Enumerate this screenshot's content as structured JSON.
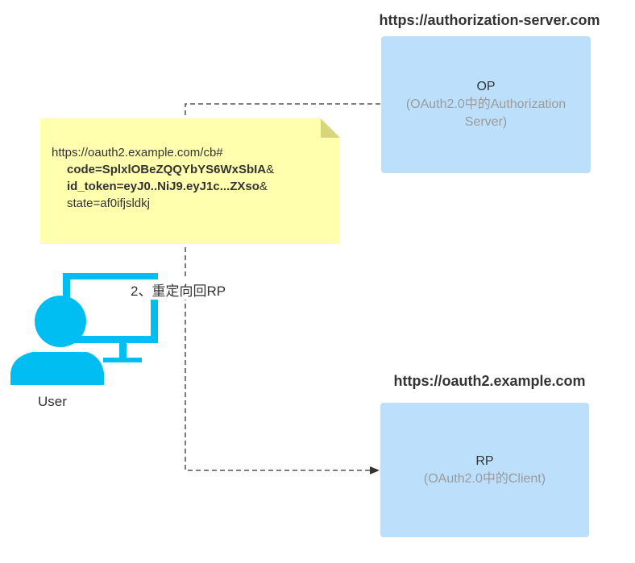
{
  "op_server": {
    "url": "https://authorization-server.com",
    "name": "OP",
    "desc": "(OAuth2.0中的Authorization Server)"
  },
  "rp_server": {
    "url": "https://oauth2.example.com",
    "name": "RP",
    "desc": "(OAuth2.0中的Client)"
  },
  "note": {
    "url": "https://oauth2.example.com/cb#",
    "code_param": "code=SplxlOBeZQQYbYS6WxSbIA",
    "code_amp": "&",
    "id_token_param": "id_token=eyJ0..NiJ9.eyJ1c...ZXso",
    "id_token_amp": "&",
    "state_param": "state=af0ifjsldkj"
  },
  "arrow_label": "2、重定向回RP",
  "user": {
    "label": "User",
    "icon": "user-computer-icon"
  },
  "colors": {
    "server_box": "#bcdffb",
    "note_fill": "#ffffad",
    "note_fold": "#d8d67a",
    "user_icon": "#00bef2",
    "connector": "#333333",
    "secondary_text": "#9b9b9b"
  }
}
